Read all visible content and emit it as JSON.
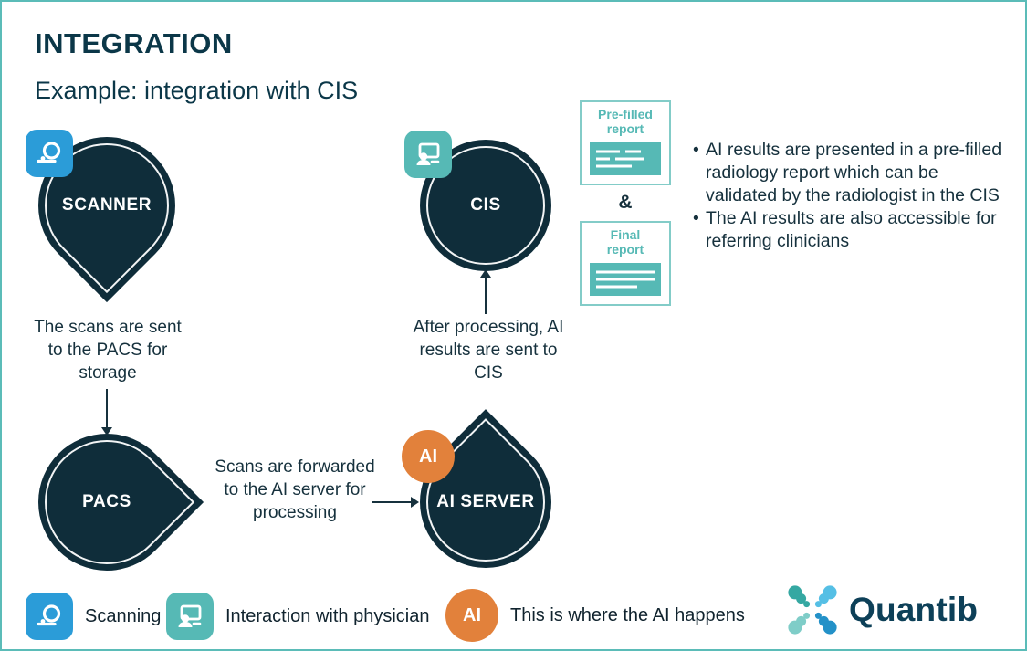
{
  "page": {
    "title": "INTEGRATION",
    "subtitle": "Example: integration with CIS"
  },
  "colors": {
    "node_dark": "#0f2d3a",
    "teal": "#56b9b5",
    "blue": "#2b9cd8",
    "orange": "#e2813b",
    "ink": "#16313d",
    "border": "#5bbcb8"
  },
  "nodes": {
    "scanner": {
      "label": "SCANNER"
    },
    "cis": {
      "label": "CIS"
    },
    "pacs": {
      "label": "PACS"
    },
    "ai_server": {
      "label": "AI SERVER"
    },
    "ai_badge": "AI"
  },
  "flows": {
    "scanner_to_pacs": "The scans are sent to the PACS for storage",
    "pacs_to_ai": "Scans are forwarded to the AI server for processing",
    "ai_to_cis": "After processing, AI results are sent to CIS"
  },
  "reports": {
    "prefilled": "Pre-filled report",
    "ampersand": "&",
    "final": "Final report"
  },
  "bullets": [
    "AI results are presented in a pre-filled radiology report which can be validated by the radiologist in the CIS",
    "The AI results are also accessible for referring clinicians"
  ],
  "legend": [
    {
      "icon": "scanner-icon",
      "label": "Scanning"
    },
    {
      "icon": "physician-icon",
      "label": "Interaction with physician"
    },
    {
      "icon": "ai-icon",
      "label": "This is where the AI happens"
    }
  ],
  "logo": {
    "text": "Quantib"
  }
}
